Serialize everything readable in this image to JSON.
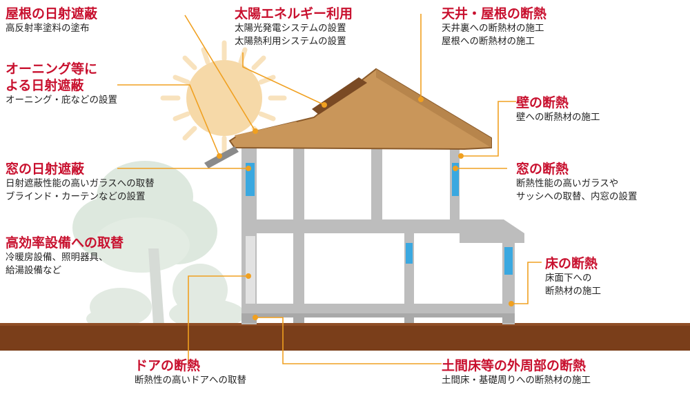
{
  "labels": {
    "roof_shading": {
      "title": "屋根の日射遮蔽",
      "desc": [
        "高反射率塗料の塗布"
      ]
    },
    "awning": {
      "title": [
        "オーニング等に",
        "よる日射遮蔽"
      ],
      "desc": [
        "オーニング・庇などの設置"
      ]
    },
    "window_shading": {
      "title": "窓の日射遮蔽",
      "desc": [
        "日射遮蔽性能の高いガラスへの取替",
        "ブラインド・カーテンなどの設置"
      ]
    },
    "equipment": {
      "title": "高効率設備への取替",
      "desc": [
        "冷暖房設備、照明器具、",
        "給湯設備など"
      ]
    },
    "door": {
      "title": "ドアの断熱",
      "desc": [
        "断熱性の高いドアへの取替"
      ]
    },
    "solar": {
      "title": "太陽エネルギー利用",
      "desc": [
        "太陽光発電システムの設置",
        "太陽熱利用システムの設置"
      ]
    },
    "ceiling_roof": {
      "title": "天井・屋根の断熱",
      "desc": [
        "天井裏への断熱材の施工",
        "屋根への断熱材の施工"
      ]
    },
    "wall": {
      "title": "壁の断熱",
      "desc": [
        "壁への断熱材の施工"
      ]
    },
    "window": {
      "title": "窓の断熱",
      "desc": [
        "断熱性能の高いガラスや",
        "サッシへの取替、内窓の設置"
      ]
    },
    "floor": {
      "title": "床の断熱",
      "desc": [
        "床面下への",
        "断熱材の施工"
      ]
    },
    "earthen_floor": {
      "title": "土間床等の外周部の断熱",
      "desc": [
        "土間床・基礎周りへの断熱材の施工"
      ]
    }
  },
  "colors": {
    "accent": "#c8102e",
    "leader": "#f0a020",
    "roof": "#c9965a",
    "wall": "#bcbcbc",
    "glass": "#3aa8e0",
    "ground": "#7a3e1a",
    "sun": "#f6d9a8",
    "tree": "#d9e6da"
  }
}
